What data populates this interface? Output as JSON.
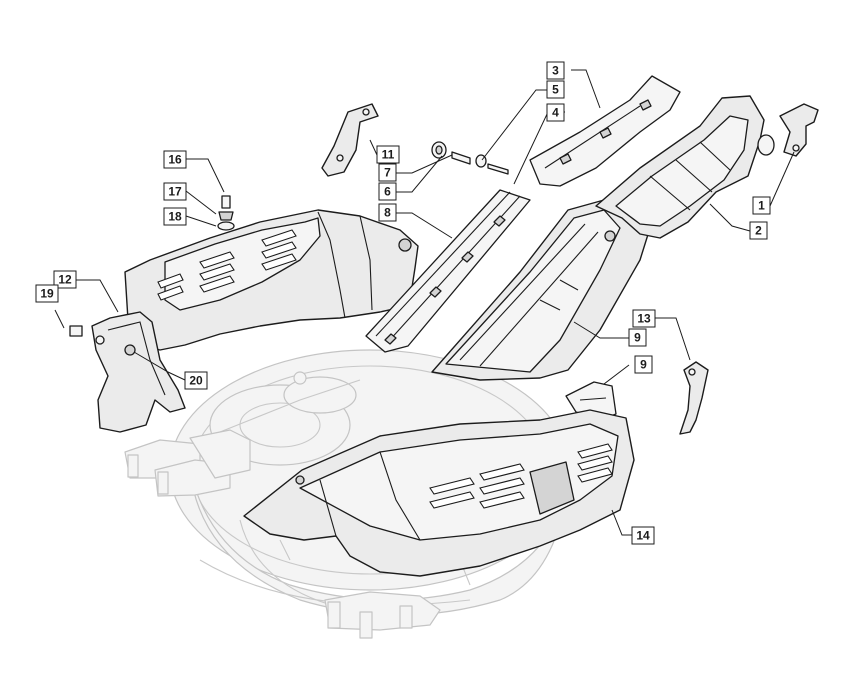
{
  "diagram": {
    "callouts": [
      {
        "id": "callout-1",
        "text": "1"
      },
      {
        "id": "callout-2",
        "text": "2"
      },
      {
        "id": "callout-3",
        "text": "3"
      },
      {
        "id": "callout-4",
        "text": "4"
      },
      {
        "id": "callout-5",
        "text": "5"
      },
      {
        "id": "callout-6",
        "text": "6"
      },
      {
        "id": "callout-7",
        "text": "7"
      },
      {
        "id": "callout-8",
        "text": "8"
      },
      {
        "id": "callout-9a",
        "text": "9"
      },
      {
        "id": "callout-9b",
        "text": "9"
      },
      {
        "id": "callout-11",
        "text": "11"
      },
      {
        "id": "callout-12",
        "text": "12"
      },
      {
        "id": "callout-13",
        "text": "13"
      },
      {
        "id": "callout-14",
        "text": "14"
      },
      {
        "id": "callout-16",
        "text": "16"
      },
      {
        "id": "callout-17",
        "text": "17"
      },
      {
        "id": "callout-18",
        "text": "18"
      },
      {
        "id": "callout-19",
        "text": "19"
      },
      {
        "id": "callout-20",
        "text": "20"
      }
    ]
  }
}
